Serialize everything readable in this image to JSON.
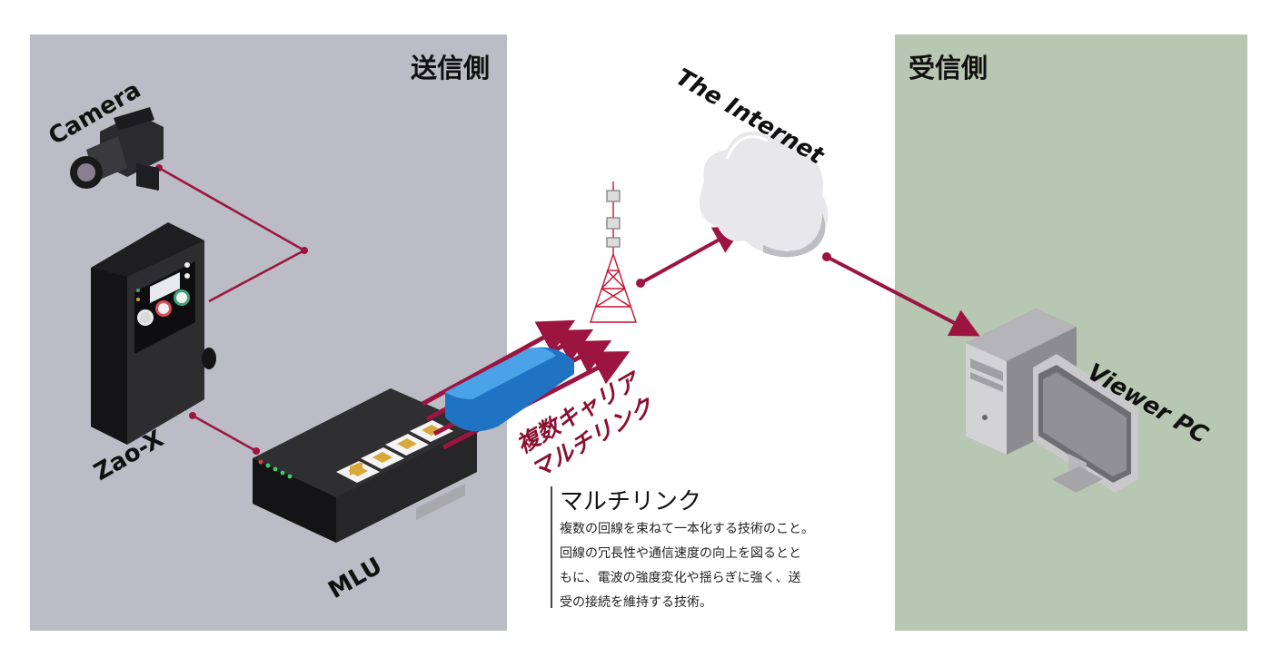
{
  "sender_panel": {
    "title": "送信側",
    "color": "#bcbcc6"
  },
  "receiver_panel": {
    "title": "受信側",
    "color": "#b7c7b2"
  },
  "devices": {
    "camera": "Camera",
    "zao": "Zao-X",
    "mlu": "MLU",
    "internet": "The Internet",
    "viewer": "Viewer PC"
  },
  "multilink_label": {
    "line1": "複数キャリア",
    "line2": "マルチリンク"
  },
  "note": {
    "title": "マルチリンク",
    "lines": [
      "複数の回線を束ねて一本化する技術のこと。",
      "回線の冗長性や通信速度の向上を図るとと",
      "もに、電波の強度変化や揺らぎに強く、送",
      "受の接続を維持する技術。"
    ]
  },
  "colors": {
    "accent": "#9b1540",
    "tube": "#1f73c2",
    "tower": "#c8102e"
  }
}
